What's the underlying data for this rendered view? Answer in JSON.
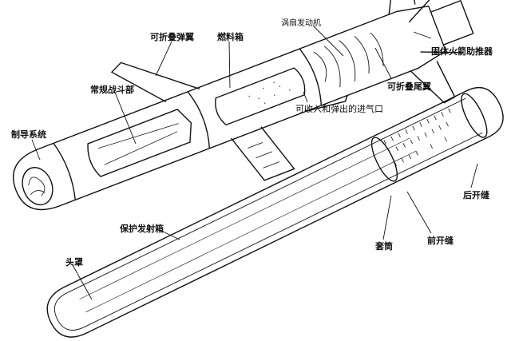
{
  "labels": {
    "folding_wing": "可折叠弹翼",
    "fuel_tank": "燃料箱",
    "turbofan_engine": "涡扇发动机",
    "solid_rocket_booster": "固体火箭助推器",
    "conventional_warhead": "常规战斗部",
    "folding_tail": "可折叠尾翼",
    "guidance_system": "制导系统",
    "retractable_inlet": "可收入和弹出的进气口",
    "rear_slot": "后开缝",
    "launch_canister": "保护发射箱",
    "sleeve": "套筒",
    "front_slot": "前开缝",
    "nose_cover": "头罩"
  }
}
